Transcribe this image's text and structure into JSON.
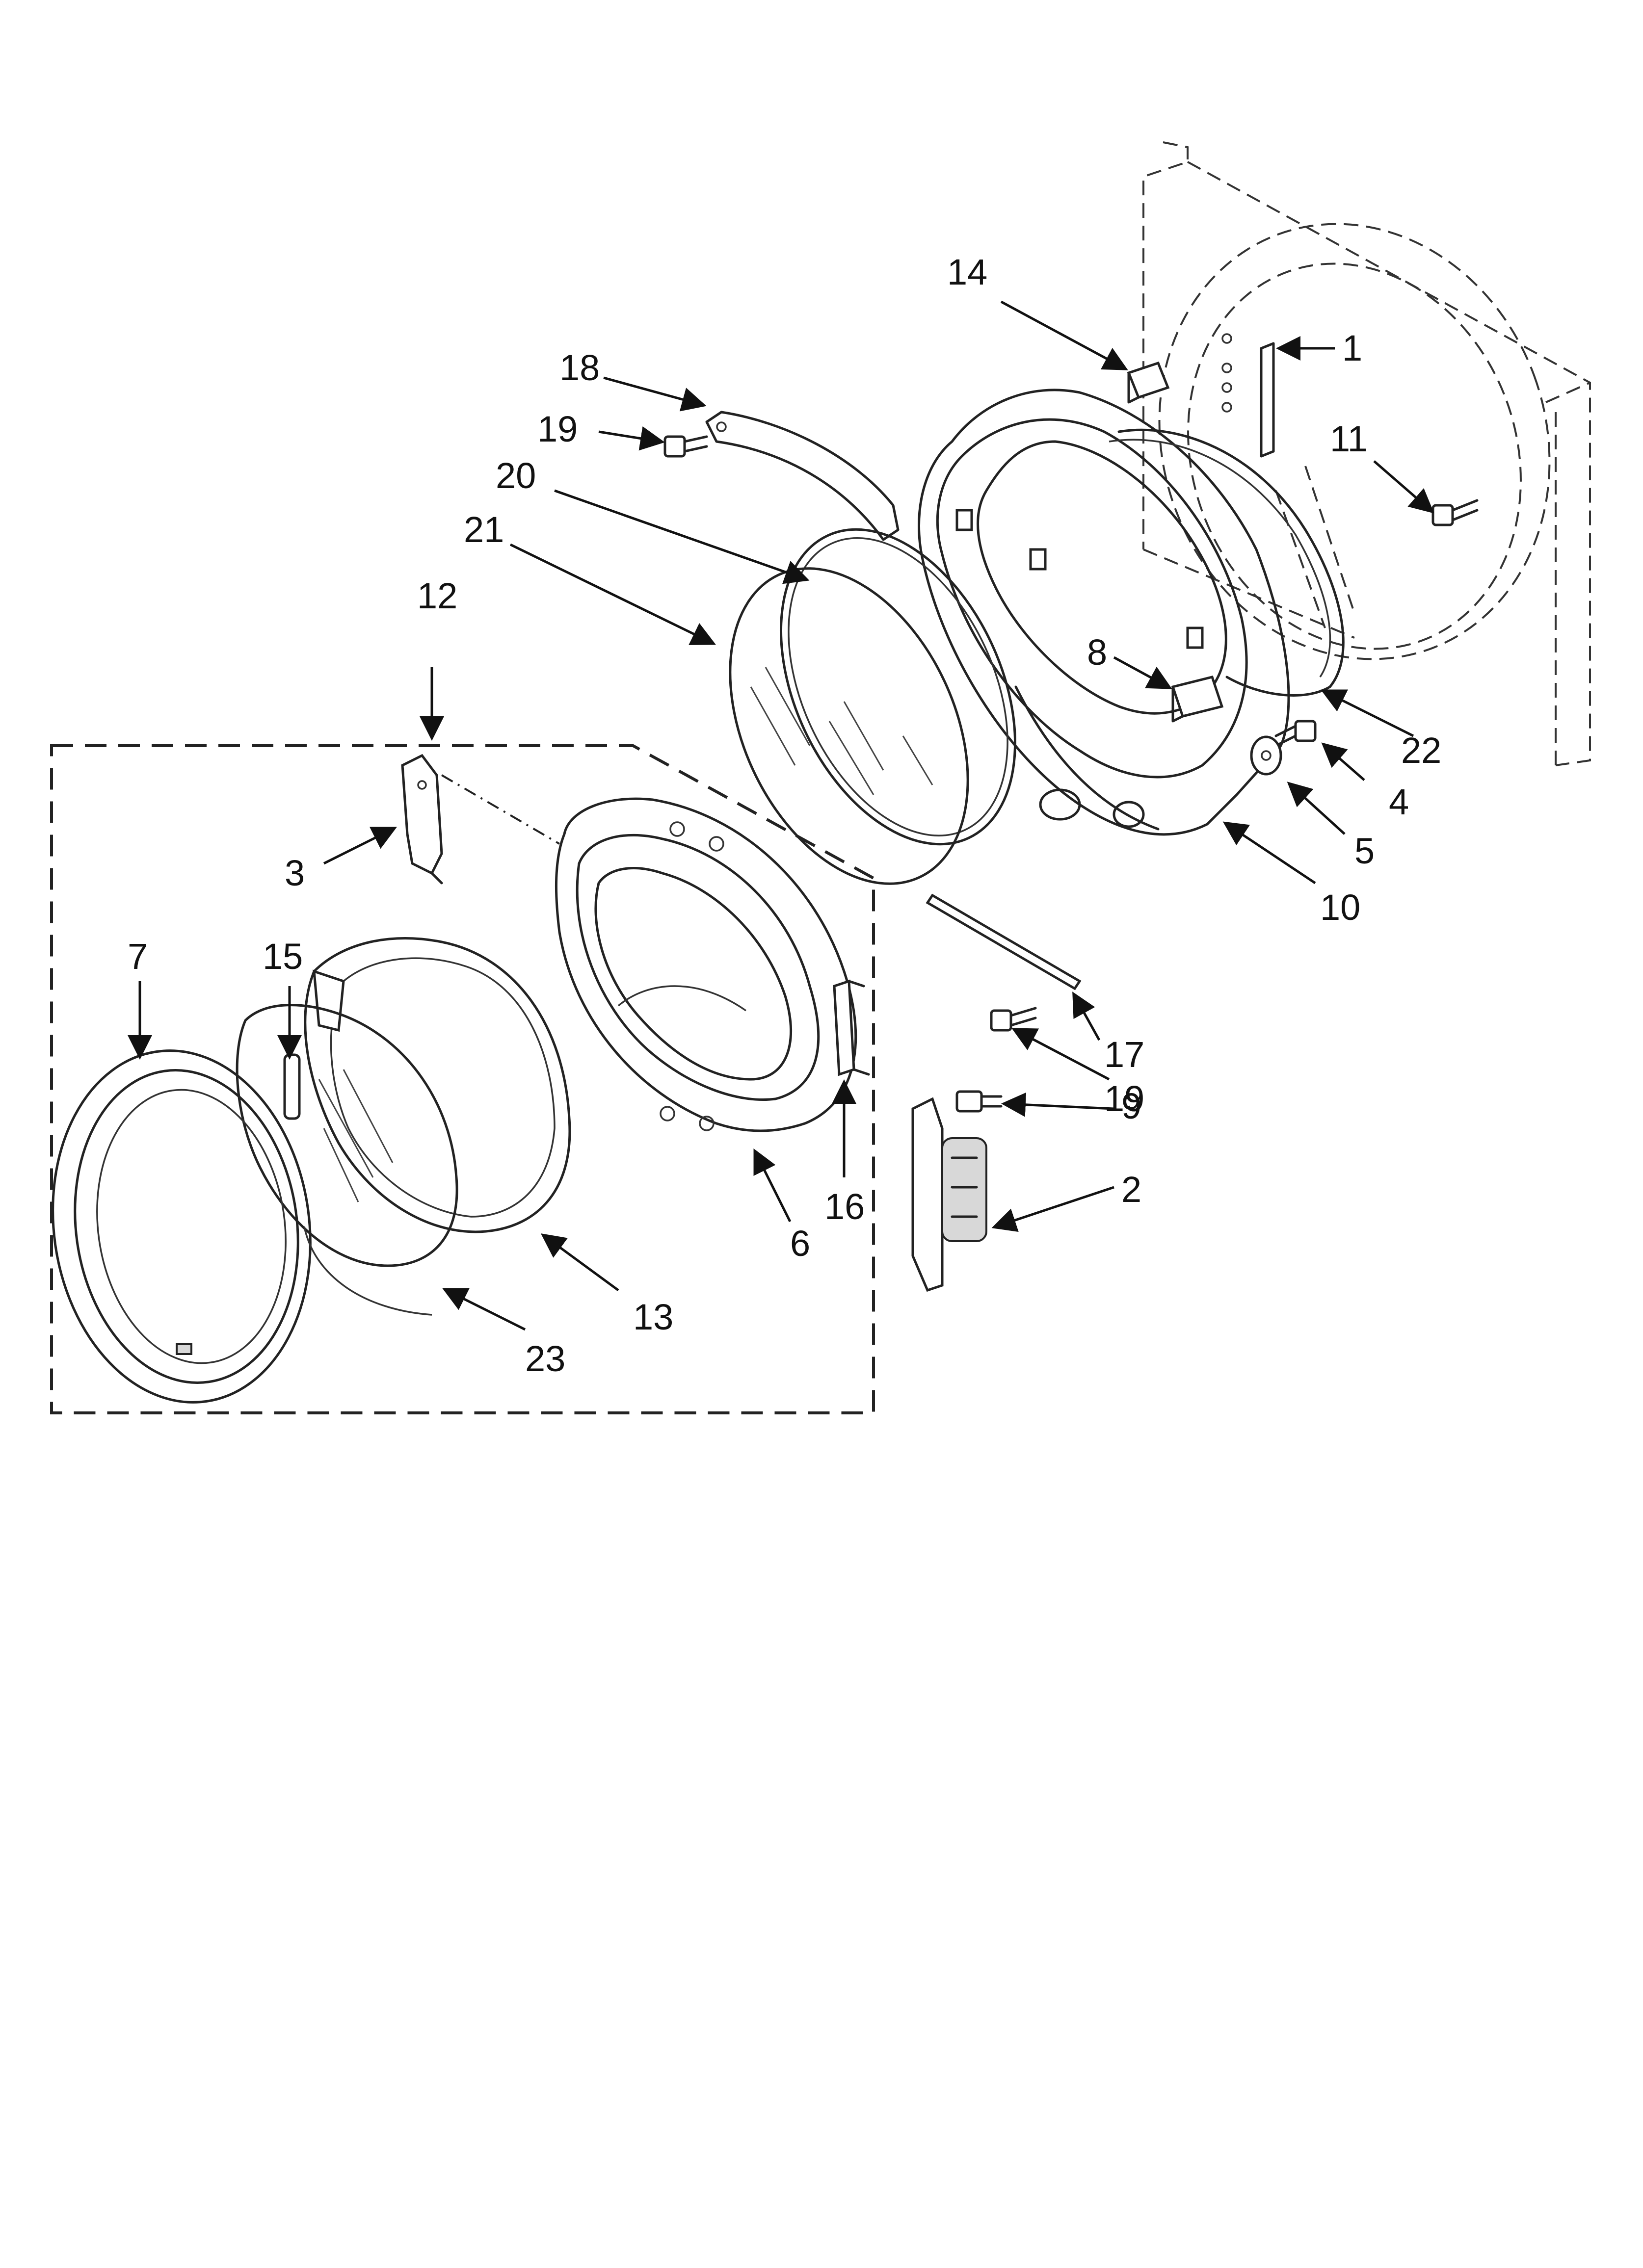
{
  "diagram": {
    "callouts": [
      "1",
      "2",
      "3",
      "4",
      "5",
      "6",
      "7",
      "8",
      "9",
      "10",
      "11",
      "12",
      "13",
      "14",
      "15",
      "16",
      "17",
      "18",
      "19",
      "19",
      "20",
      "21",
      "22",
      "23"
    ],
    "colors": {
      "line": "#222222",
      "background": "#ffffff",
      "part_shade": "#d8d8d8"
    }
  }
}
